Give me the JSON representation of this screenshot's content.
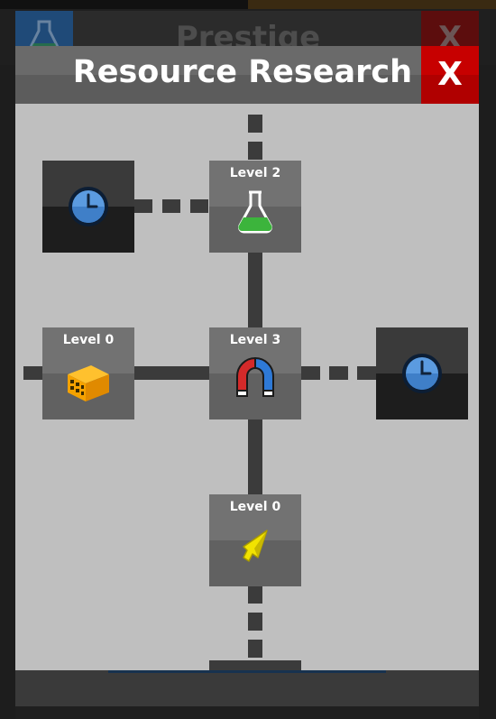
{
  "background": {
    "title": "Prestige",
    "close_label": "X",
    "icon": "flask-icon"
  },
  "dialog": {
    "title": "Resource Research",
    "close_label": "X"
  },
  "nodes": [
    {
      "id": "production-speed",
      "icon": "clock-icon",
      "locked": true,
      "level": ""
    },
    {
      "id": "flask",
      "icon": "flask-icon",
      "locked": false,
      "level": "Level 2"
    },
    {
      "id": "crate",
      "icon": "crate-icon",
      "locked": false,
      "level": "Level 0"
    },
    {
      "id": "magnet",
      "icon": "magnet-icon",
      "locked": false,
      "level": "Level 3"
    },
    {
      "id": "speed-right",
      "icon": "clock-icon",
      "locked": true,
      "level": ""
    },
    {
      "id": "arrow",
      "icon": "arrow-icon",
      "locked": false,
      "level": "Level 0"
    }
  ],
  "colors": {
    "close_red": "#c70000",
    "flask_liquid": "#3cb43c",
    "crate_orange": "#f5a200",
    "magnet_red": "#d42a2a",
    "magnet_blue": "#2e79d6",
    "arrow_yellow": "#f2e300",
    "clock_blue": "#5b9be0"
  }
}
